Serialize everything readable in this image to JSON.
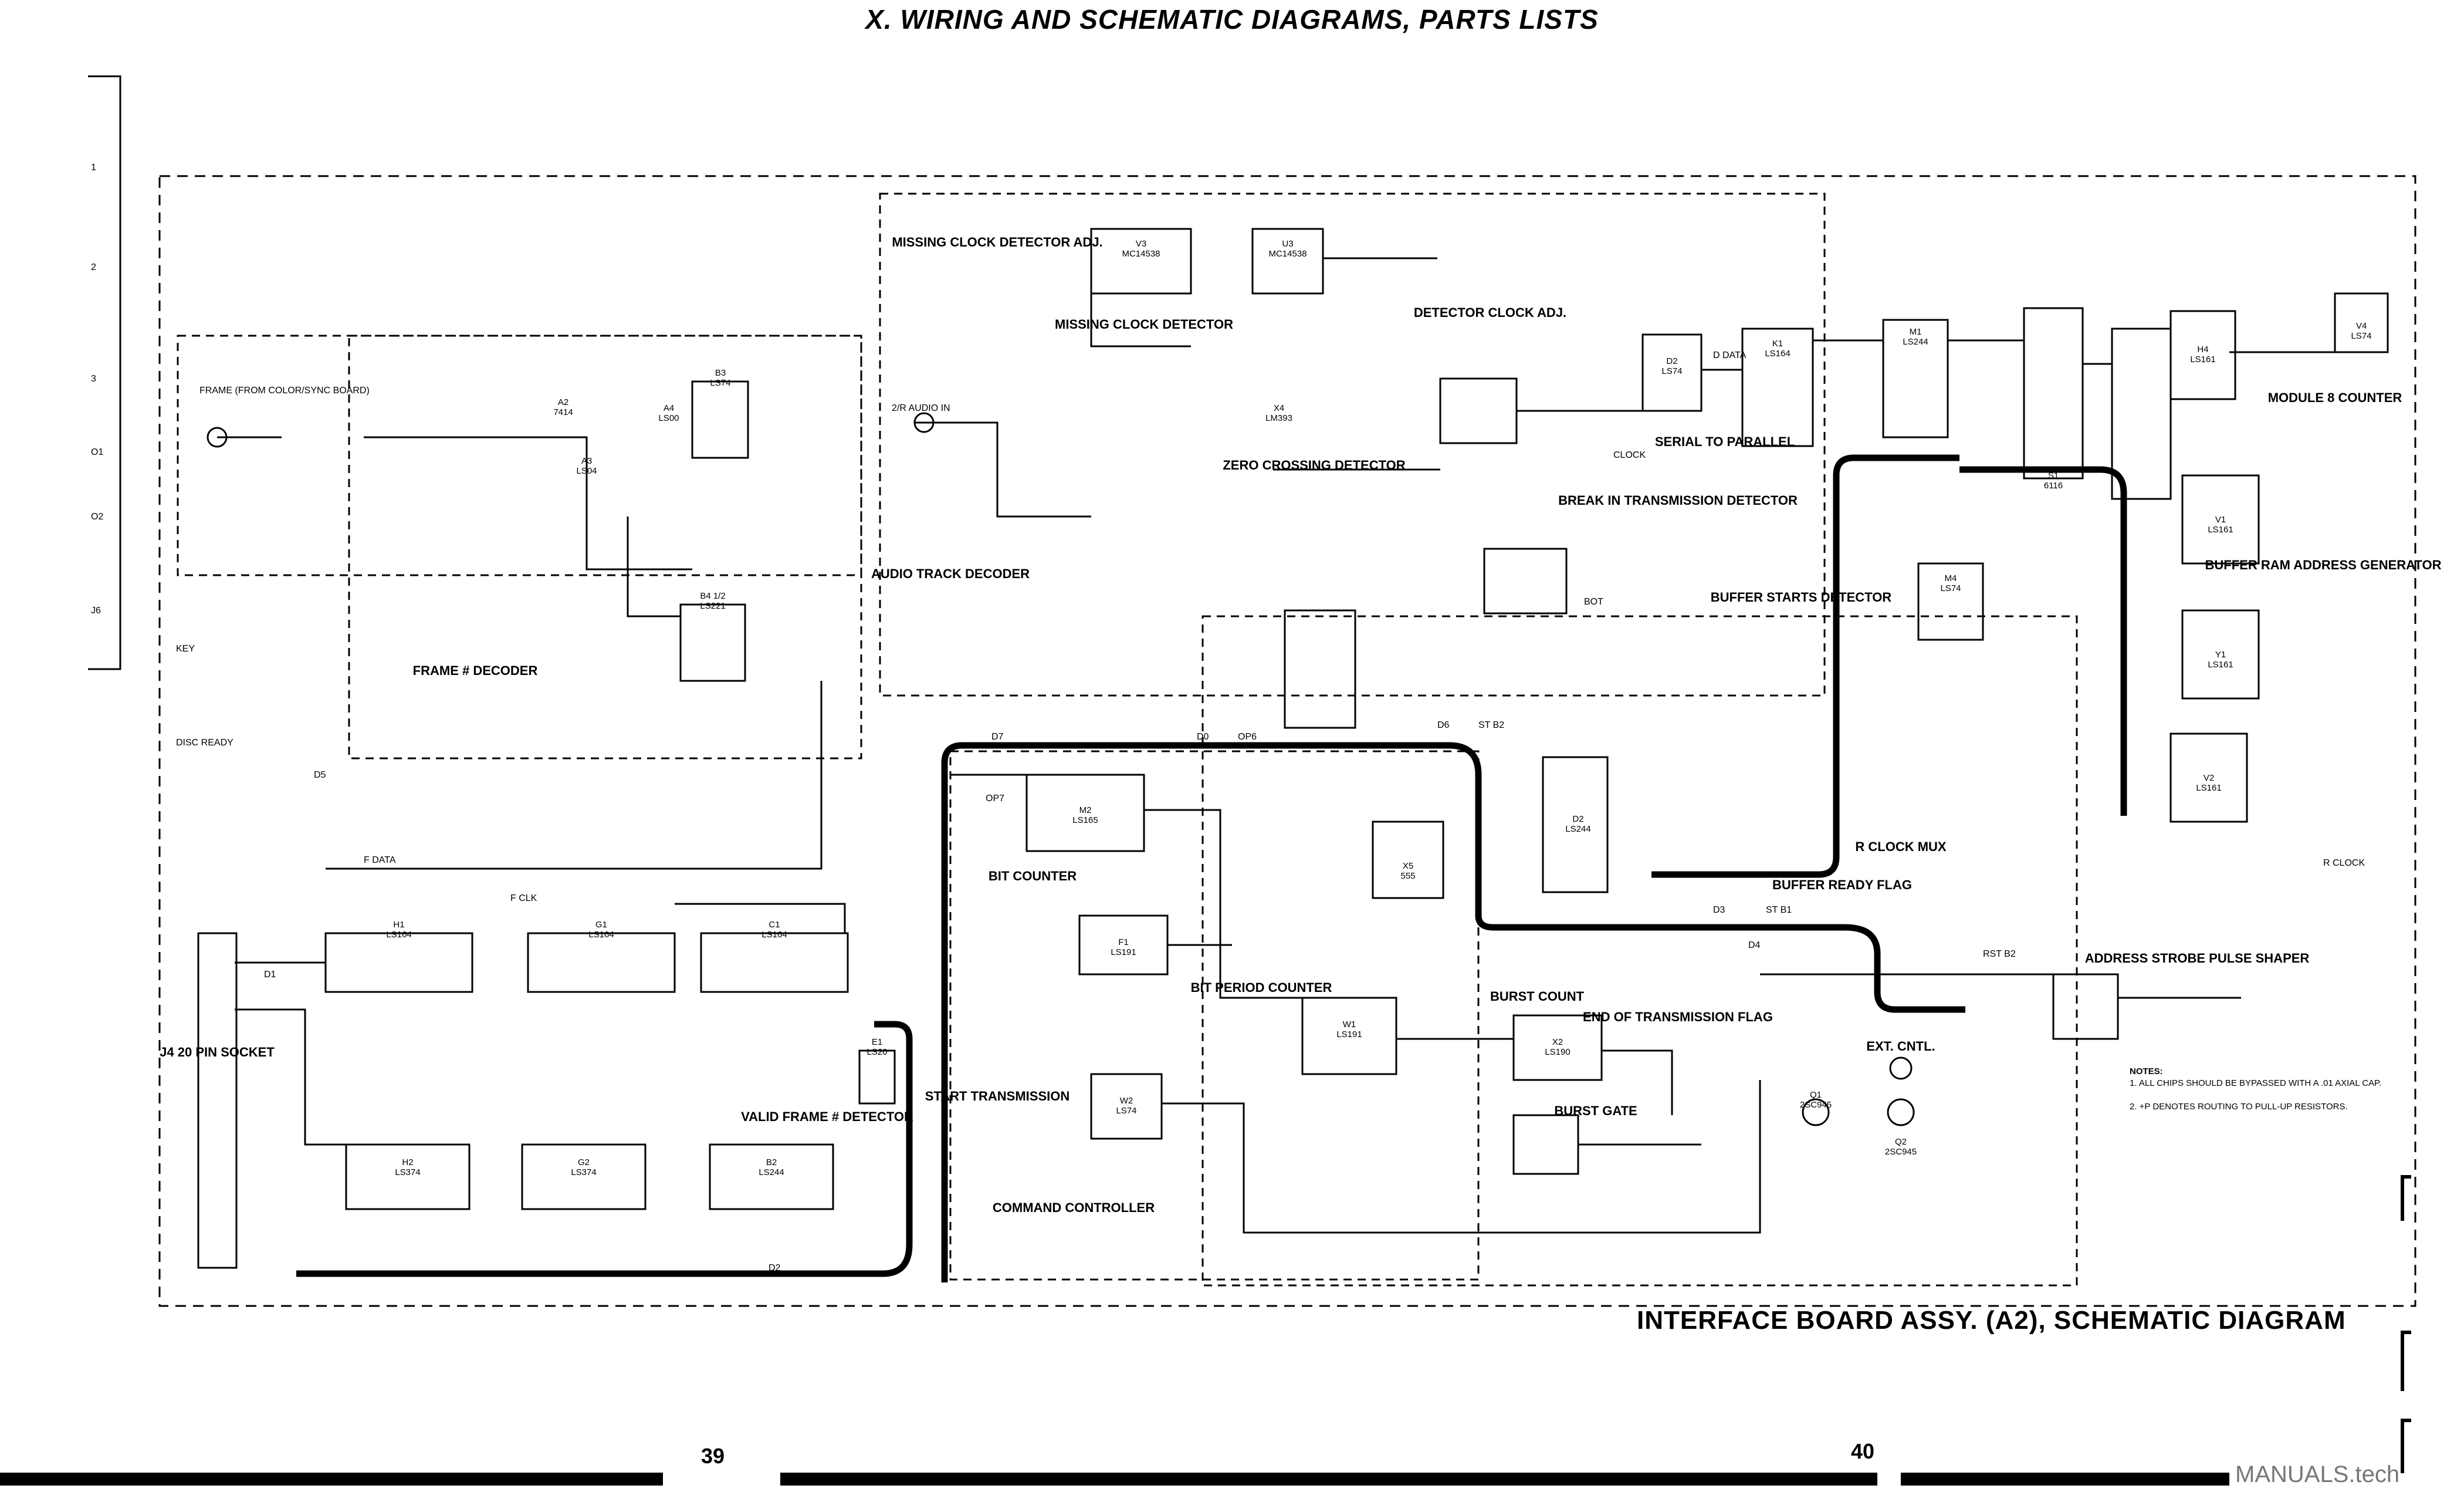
{
  "header": {
    "title": "X. WIRING AND SCHEMATIC DIAGRAMS, PARTS LISTS"
  },
  "caption": "INTERFACE BOARD ASSY. (A2), SCHEMATIC DIAGRAM",
  "page_numbers": {
    "left": "39",
    "right": "40"
  },
  "watermark": "MANUALS.tech",
  "blocks": {
    "frame_decoder": "FRAME # DECODER",
    "audio_track_decoder": "AUDIO TRACK DECODER",
    "command_controller": "COMMAND CONTROLLER",
    "buffer_starts_detector": "BUFFER STARTS DETECTOR",
    "buffer_ram_address_generator": "BUFFER RAM ADDRESS GENERATOR",
    "module_8_counter": "MODULE 8 COUNTER",
    "address_strobe_pulse_shaper": "ADDRESS STROBE PULSE SHAPER",
    "break_in_transmission_detector": "BREAK IN TRANSMISSION DETECTOR",
    "missing_clock_detector": "MISSING CLOCK DETECTOR",
    "missing_clock_detector_adj": "MISSING CLOCK DETECTOR ADJ.",
    "detector_clock_adj": "DETECTOR CLOCK ADJ.",
    "zero_crossing_detector": "ZERO CROSSING DETECTOR",
    "valid_frame_detector": "VALID FRAME # DETECTOR",
    "bit_counter": "BIT COUNTER",
    "bit_period_counter": "BIT PERIOD COUNTER",
    "start_transmission": "START TRANSMISSION",
    "burst_count": "BURST COUNT",
    "burst_gate": "BURST GATE",
    "end_of_transmission_flag": "END OF TRANSMISSION FLAG",
    "serial_to_parallel": "SERIAL TO PARALLEL",
    "r_clock_mux": "R CLOCK MUX",
    "buffer_ready_flag": "BUFFER READY FLAG",
    "pin_socket": "J4 20 PIN SOCKET",
    "ext_cntl": "EXT. CNTL."
  },
  "chips": [
    {
      "ref": "A2",
      "part": "7414"
    },
    {
      "ref": "A3",
      "part": "LS04"
    },
    {
      "ref": "A4",
      "part": "LS00"
    },
    {
      "ref": "B3",
      "part": "LS74"
    },
    {
      "ref": "B4 1/2",
      "part": "LS221"
    },
    {
      "ref": "H1",
      "part": "LS164"
    },
    {
      "ref": "G1",
      "part": "LS164"
    },
    {
      "ref": "C1",
      "part": "LS164"
    },
    {
      "ref": "H2",
      "part": "LS374"
    },
    {
      "ref": "G2",
      "part": "LS374"
    },
    {
      "ref": "B2",
      "part": "LS244"
    },
    {
      "ref": "E1",
      "part": "LS20"
    },
    {
      "ref": "V3",
      "part": "MC14538"
    },
    {
      "ref": "U3",
      "part": "MC14538"
    },
    {
      "ref": "X4",
      "part": "LM393"
    },
    {
      "ref": "X5",
      "part": "555"
    },
    {
      "ref": "D2",
      "part": "LS74"
    },
    {
      "ref": "K1",
      "part": "LS164"
    },
    {
      "ref": "M1",
      "part": "LS244"
    },
    {
      "ref": "S1",
      "part": "6116"
    },
    {
      "ref": "H4",
      "part": "LS161"
    },
    {
      "ref": "V4",
      "part": "LS74"
    },
    {
      "ref": "V1",
      "part": "LS161"
    },
    {
      "ref": "Y1",
      "part": "LS161"
    },
    {
      "ref": "V2",
      "part": "LS161"
    },
    {
      "ref": "W1",
      "part": "LS191"
    },
    {
      "ref": "X2",
      "part": "LS190"
    },
    {
      "ref": "W2",
      "part": "LS74"
    },
    {
      "ref": "F1",
      "part": "LS191"
    },
    {
      "ref": "D2",
      "part": "LS244"
    },
    {
      "ref": "M2",
      "part": "LS165"
    },
    {
      "ref": "M4",
      "part": "LS74"
    },
    {
      "ref": "Q1",
      "part": "2SC945"
    },
    {
      "ref": "Q2",
      "part": "2SC945"
    }
  ],
  "signals": [
    "FRAME (FROM COLOR/SYNC BOARD)",
    "2/R AUDIO IN",
    "KEY",
    "DISC READY",
    "F DATA",
    "F CLK",
    "D DATA",
    "CLOCK",
    "R CLOCK",
    "ST B2",
    "OP7",
    "D7",
    "D0",
    "D6",
    "D1",
    "D2",
    "D3",
    "D4",
    "D5",
    "OP6",
    "BOT",
    "RST B2",
    "ST B1"
  ],
  "notes": {
    "title": "NOTES:",
    "items": [
      "1. ALL CHIPS SHOULD BE BYPASSED WITH A .01 AXIAL CAP.",
      "2. +P DENOTES ROUTING TO PULL-UP RESISTORS."
    ]
  },
  "margin_marks": [
    "1",
    "2",
    "3",
    "O1",
    "O2",
    "J6"
  ]
}
